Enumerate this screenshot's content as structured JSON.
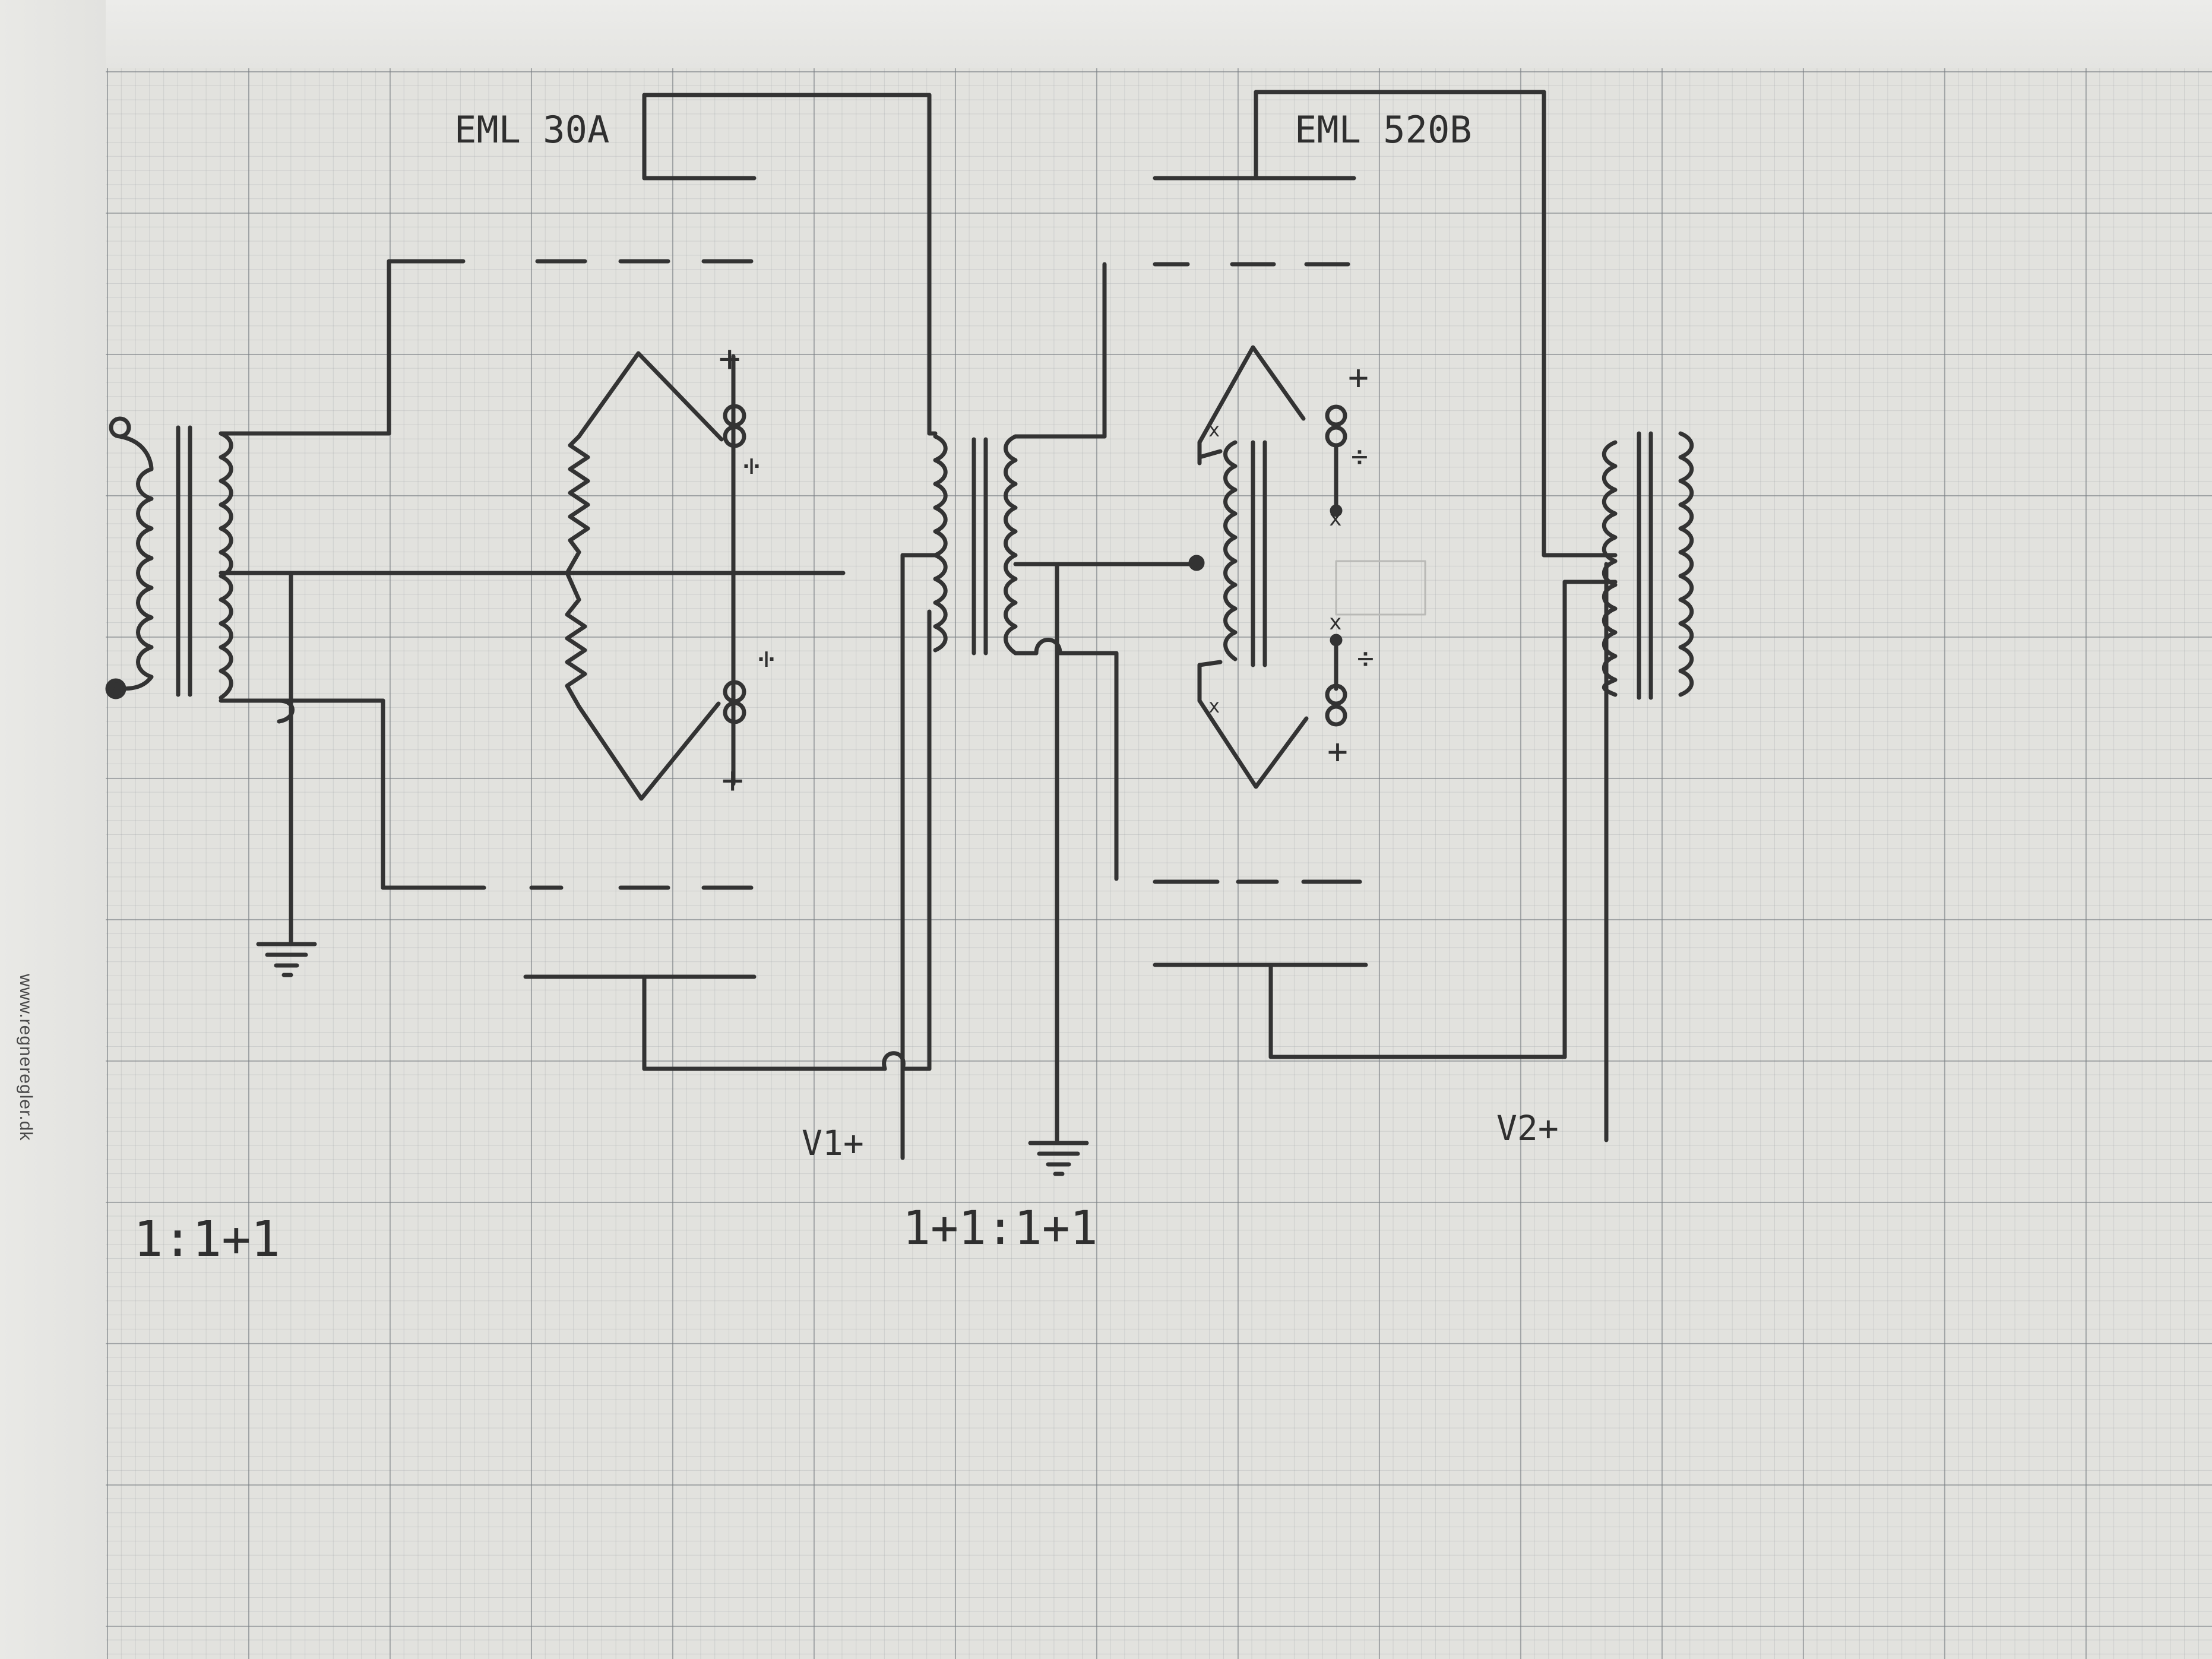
{
  "watermark": "www.regneregler.dk",
  "labels": {
    "tube1": "EML 30A",
    "tube2": "EML 520B",
    "v1": "V1+",
    "v2": "V2+",
    "ratio1": "1:1+1",
    "ratio2": "1+1:1+1"
  },
  "symbols": {
    "plus": "+",
    "minus": "÷",
    "cross": "x"
  },
  "colors": {
    "ink": "#333333",
    "paper": "#e2e2de",
    "grid": "#7a7f84"
  }
}
